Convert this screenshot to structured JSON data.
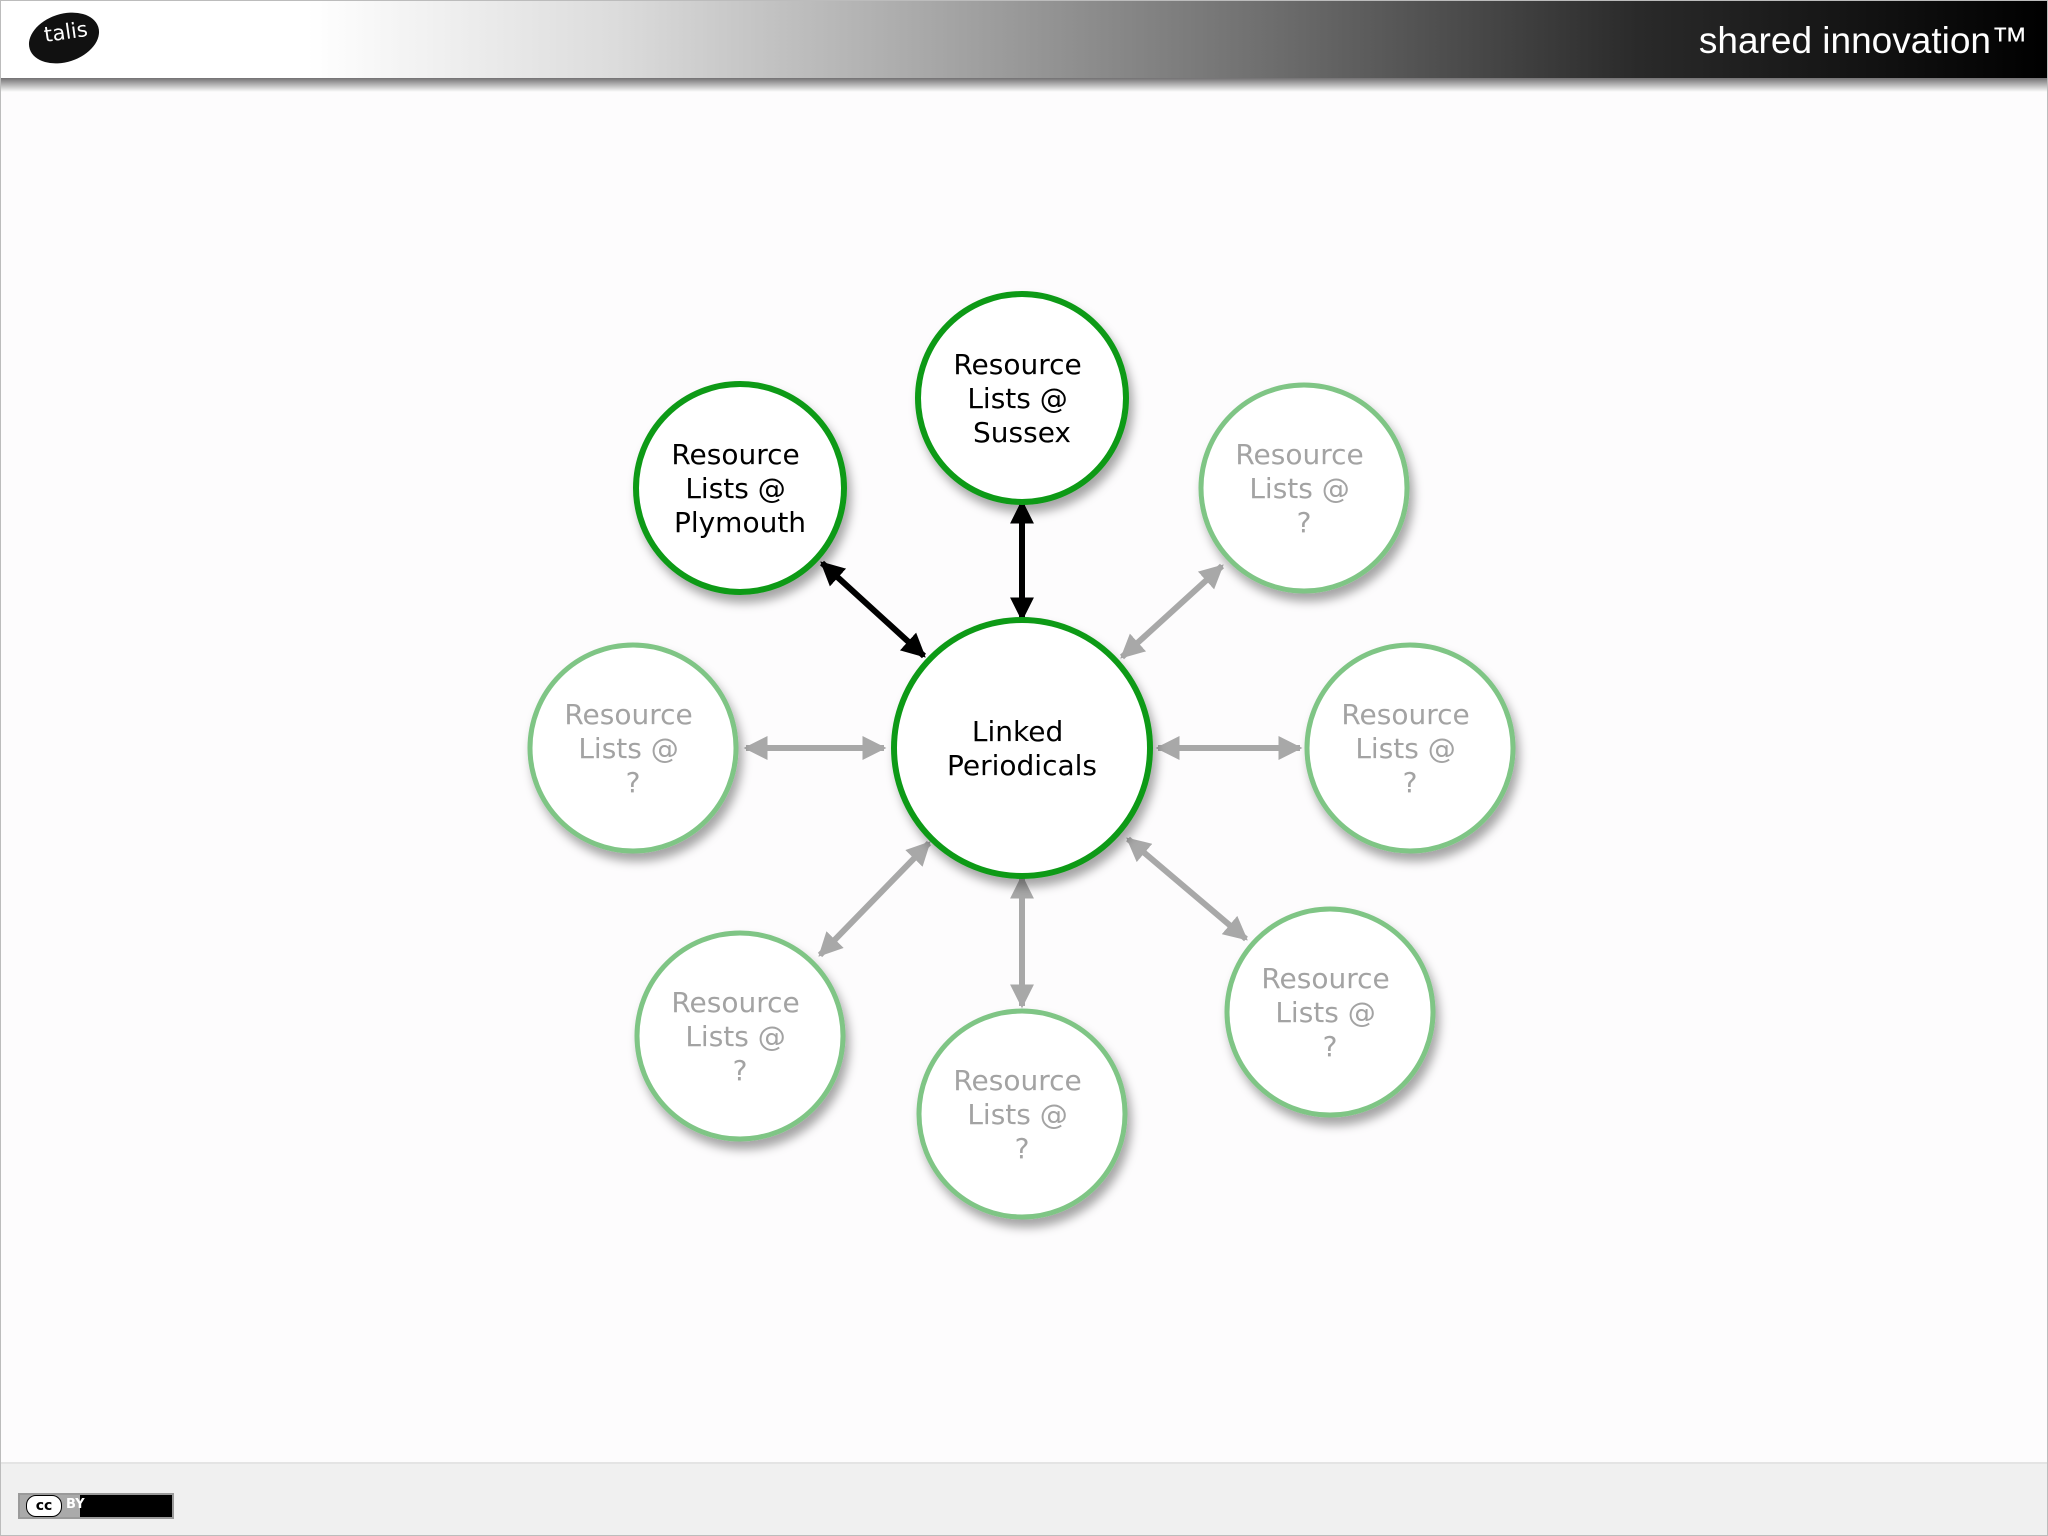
{
  "header": {
    "logo_text": "talis",
    "tagline": "shared innovation™"
  },
  "footer": {
    "license_cc": "cc",
    "license_by": "BY"
  },
  "diagram": {
    "center": {
      "lines": [
        "Linked",
        "Periodicals"
      ]
    },
    "nodes": [
      {
        "id": "sussex",
        "lines": [
          "Resource",
          "Lists @",
          "Sussex"
        ],
        "active": true
      },
      {
        "id": "plymouth",
        "lines": [
          "Resource",
          "Lists @",
          "Plymouth"
        ],
        "active": true
      },
      {
        "id": "topright",
        "lines": [
          "Resource",
          "Lists @",
          "?"
        ],
        "active": false
      },
      {
        "id": "right",
        "lines": [
          "Resource",
          "Lists @",
          "?"
        ],
        "active": false
      },
      {
        "id": "botright",
        "lines": [
          "Resource",
          "Lists @",
          "?"
        ],
        "active": false
      },
      {
        "id": "bottom",
        "lines": [
          "Resource",
          "Lists @",
          "?"
        ],
        "active": false
      },
      {
        "id": "botleft",
        "lines": [
          "Resource",
          "Lists @",
          "?"
        ],
        "active": false
      },
      {
        "id": "left",
        "lines": [
          "Resource",
          "Lists @",
          "?"
        ],
        "active": false
      }
    ],
    "colors": {
      "active_ring": "#0f9a17",
      "inactive_ring": "#7fc585",
      "active_text": "#000000",
      "inactive_text": "#a3a3a3",
      "active_arrow": "#000000",
      "inactive_arrow": "#a8a8a8"
    }
  }
}
